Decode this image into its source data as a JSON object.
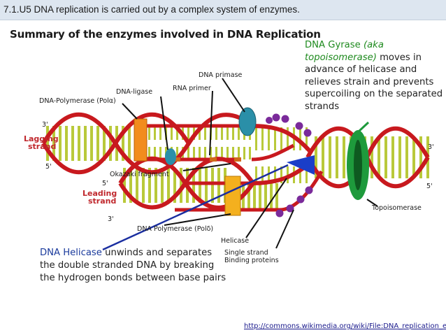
{
  "header": {
    "text": "7.1.U5 DNA replication is carried out by a complex system of enzymes."
  },
  "title": "Summary of the enzymes involved in DNA Replication",
  "gyrase_note": {
    "name": "DNA Gyrase",
    "aka": "(aka topoisomerase)",
    "rest": " moves in advance of helicase and relieves strain and prevents supercoiling on the separated strands"
  },
  "helicase_note": {
    "name": "DNA Helicase",
    "rest": " unwinds and separates the double stranded DNA by breaking the hydrogen bonds between base pairs"
  },
  "diagram_labels": {
    "dna_primase": "DNA primase",
    "dna_ligase": "DNA-ligase",
    "rna_primer": "RNA primer",
    "dna_polymerase_alpha": "DNA-Polymerase (Polα)",
    "okazaki": "Okazaki fragment",
    "dna_polymerase_delta": "DNA Polymerase (Polδ)",
    "helicase": "Helicase",
    "ssb_line1": "Single strand",
    "ssb_line2": "Binding proteins",
    "topoisomerase": "Topoisomerase",
    "lagging_line1": "Lagging",
    "lagging_line2": "strand",
    "leading_line1": "Leading",
    "leading_line2": "strand",
    "three_prime_lagging": "3'",
    "five_prime_lagging": "5'",
    "five_prime_leading": "5'",
    "three_prime_leading": "3'",
    "three_prime_right": "3'",
    "five_prime_right": "5'"
  },
  "source_link": "http://commons.wikimedia.org/wiki/File:DNA_replication_en.svg",
  "colors": {
    "backbone": "#c8191e",
    "base_pair": "#b9c93a",
    "polymerase": "#f28c1e",
    "primase": "#2a8fa8",
    "gyrase": "#1e9a3c",
    "helicase_arrow": "#1a3ec8",
    "ssb": "#7a2a9a",
    "pointer_blue": "#1a2ea0"
  }
}
